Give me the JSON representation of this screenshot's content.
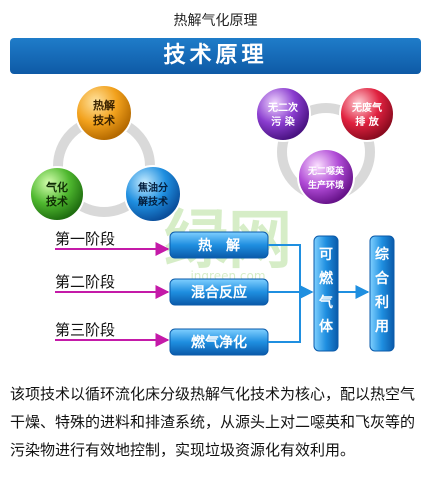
{
  "header": {
    "caption": "热解气化原理",
    "banner_title": "技术原理"
  },
  "cycle_left": {
    "nodes": [
      {
        "label_lines": [
          "热解",
          "技术"
        ],
        "color": "#f2a11c"
      },
      {
        "label_lines": [
          "气化",
          "技术"
        ],
        "color": "#4fb82f"
      },
      {
        "label_lines": [
          "焦油分",
          "解技术"
        ],
        "color": "#1f8fe0"
      }
    ]
  },
  "cycle_right": {
    "nodes": [
      {
        "label_lines": [
          "无二次",
          "污 染"
        ],
        "color": "#8a3ccf"
      },
      {
        "label_lines": [
          "无废气",
          "排 放"
        ],
        "color": "#e0213f"
      },
      {
        "label_lines": [
          "无二噁英",
          "生产环境"
        ],
        "color": "#b04ad6"
      }
    ]
  },
  "stages": [
    {
      "label": "第一阶段",
      "box": "热　解"
    },
    {
      "label": "第二阶段",
      "box": "混合反应"
    },
    {
      "label": "第三阶段",
      "box": "燃气净化"
    }
  ],
  "vertical_boxes": [
    {
      "label": "可燃气体"
    },
    {
      "label": "综合利用"
    }
  ],
  "watermark": {
    "text": "绿网",
    "sub": "ingreen.com"
  },
  "description": "该项技术以循环流化床分级热解气化技术为核心，配以热空气干燥、特殊的进料和排渣系统，从源头上对二噁英和飞灰等的污染物进行有效地控制，实现垃圾资源化有效利用。"
}
